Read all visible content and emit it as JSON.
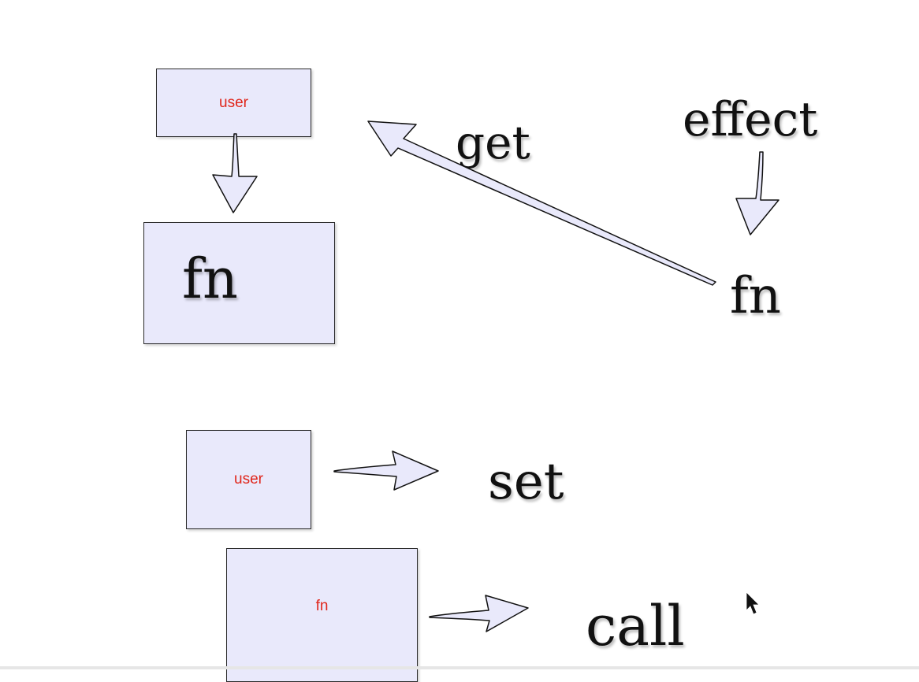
{
  "diagram": {
    "top_section": {
      "user_box_label": "user",
      "fn_box_label": "fn",
      "get_label": "get",
      "effect_label": "effect",
      "fn_label": "fn"
    },
    "bottom_section": {
      "user_box_label": "user",
      "set_label": "set",
      "fn_box_label": "fn",
      "call_label": "call"
    },
    "colors": {
      "box_fill": "#e9e9fb",
      "box_label": "#e0261b",
      "text": "#111111"
    }
  }
}
